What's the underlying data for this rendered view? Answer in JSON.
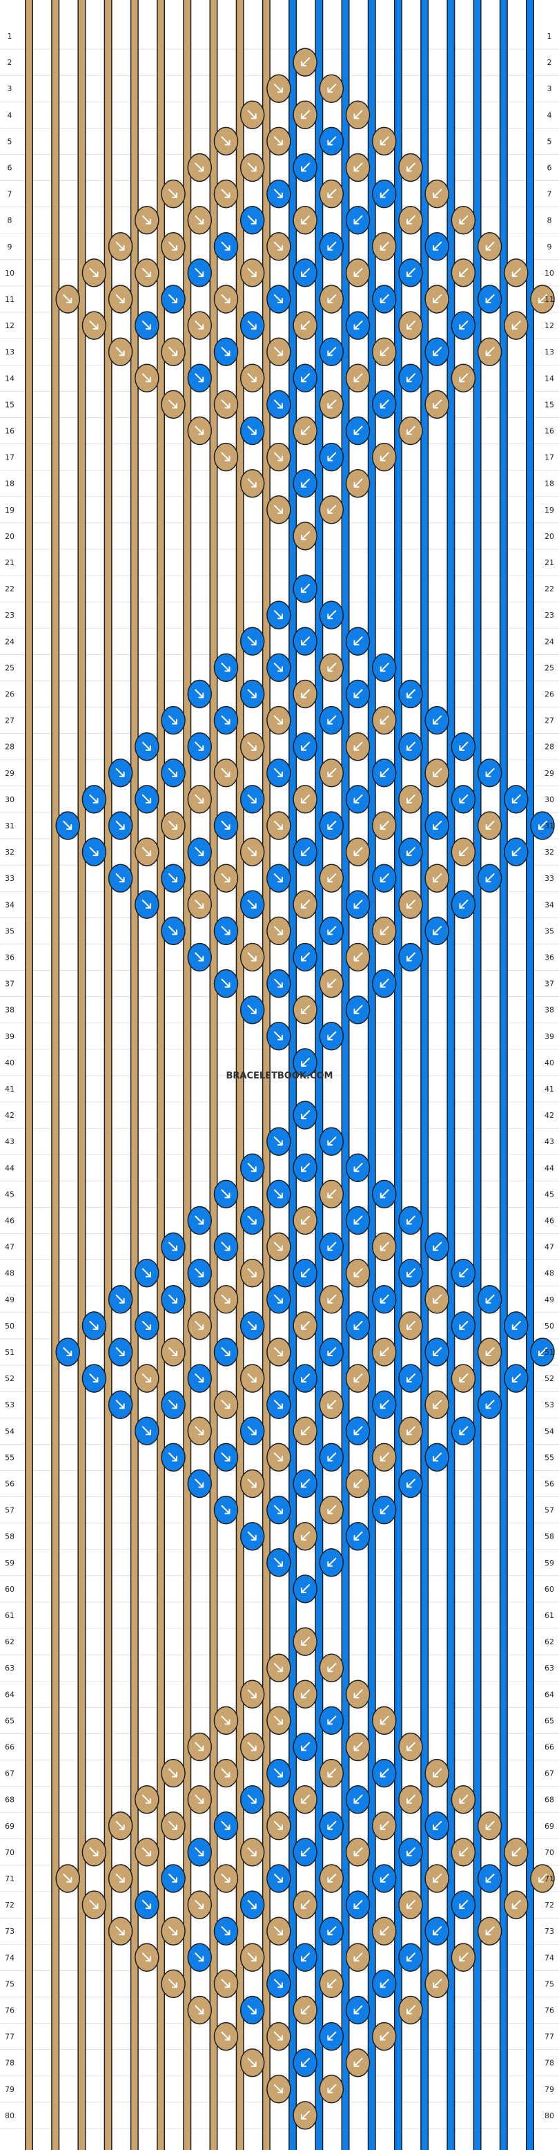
{
  "watermark": "BRACELETBOOK.COM",
  "colors": {
    "tan": "#c9a46e",
    "tan_light": "#d9b987",
    "blue": "#0f7ee6",
    "blue_light": "#3b9bf2",
    "outline": "#1f1f1f",
    "grid": "#cfcfcf",
    "arrow_on_tan": "#ffffff",
    "arrow_on_blue": "#ffffff"
  },
  "strings": {
    "count": 20,
    "left_half_color": "tan",
    "right_half_color": "blue"
  },
  "rows": {
    "count": 80,
    "labels": [
      "1",
      "2",
      "3",
      "4",
      "5",
      "6",
      "7",
      "8",
      "9",
      "10",
      "11",
      "12",
      "13",
      "14",
      "15",
      "16",
      "17",
      "18",
      "19",
      "20",
      "21",
      "22",
      "23",
      "24",
      "25",
      "26",
      "27",
      "28",
      "29",
      "30",
      "31",
      "32",
      "33",
      "34",
      "35",
      "36",
      "37",
      "38",
      "39",
      "40",
      "41",
      "42",
      "43",
      "44",
      "45",
      "46",
      "47",
      "48",
      "49",
      "50",
      "51",
      "52",
      "53",
      "54",
      "55",
      "56",
      "57",
      "58",
      "59",
      "60",
      "61",
      "62",
      "63",
      "64",
      "65",
      "66",
      "67",
      "68",
      "69",
      "70",
      "71",
      "72",
      "73",
      "74",
      "75",
      "76",
      "77",
      "78",
      "79",
      "80"
    ]
  },
  "diamonds": [
    {
      "apex_row": 2,
      "half_height": 9,
      "outer_color": "tan",
      "inner_color": "blue"
    },
    {
      "apex_row": 22,
      "half_height": 9,
      "outer_color": "blue",
      "inner_color": "tan"
    },
    {
      "apex_row": 42,
      "half_height": 9,
      "outer_color": "blue",
      "inner_color": "tan"
    },
    {
      "apex_row": 62,
      "half_height": 9,
      "outer_color": "tan",
      "inner_color": "blue"
    }
  ]
}
